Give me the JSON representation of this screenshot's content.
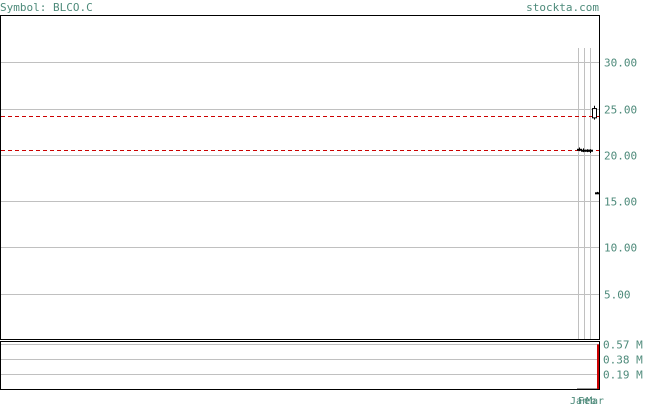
{
  "header": {
    "symbol_label": "Symbol: BLCO.C",
    "site_label": "stockta.com"
  },
  "colors": {
    "text": "#4d8a7a",
    "grid": "#c0c0c0",
    "frame": "#000000",
    "resistance_line": "#cc0000",
    "volume_bar": "#cc0000",
    "candle": "#000000"
  },
  "chart_data": [
    {
      "type": "candlestick",
      "title": "",
      "ylim": [
        0,
        35
      ],
      "y_ticks": [
        {
          "value": 30,
          "label": "30.00"
        },
        {
          "value": 25,
          "label": "25.00"
        },
        {
          "value": 20,
          "label": "20.00"
        },
        {
          "value": 15,
          "label": "15.00"
        },
        {
          "value": 10,
          "label": "10.00"
        },
        {
          "value": 5,
          "label": "5.00"
        }
      ],
      "horizontal_levels": [
        24.2,
        20.5
      ],
      "candles": [
        {
          "open": 20.6,
          "high": 20.8,
          "low": 20.4,
          "close": 20.6
        },
        {
          "open": 20.5,
          "high": 20.7,
          "low": 20.3,
          "close": 20.4
        },
        {
          "open": 20.5,
          "high": 20.6,
          "low": 20.3,
          "close": 20.4
        },
        {
          "open": 20.4,
          "high": 20.6,
          "low": 20.2,
          "close": 20.5
        },
        {
          "open": 24.0,
          "high": 25.3,
          "low": 23.8,
          "close": 25.0
        },
        {
          "open": 15.9,
          "high": 16.0,
          "low": 15.8,
          "close": 15.9
        }
      ],
      "grid": true
    },
    {
      "type": "bar",
      "title": "",
      "ylim": [
        0,
        0.6
      ],
      "y_ticks": [
        {
          "value": 0.57,
          "label": "0.57 M"
        },
        {
          "value": 0.38,
          "label": "0.38 M"
        },
        {
          "value": 0.19,
          "label": "0.19 M"
        }
      ],
      "x_tick_labels": [
        "Jan",
        "Feb",
        "Mar"
      ],
      "values": [
        0.005,
        0.005,
        0.005,
        0.005,
        0.005,
        0.57
      ],
      "grid": true
    }
  ]
}
